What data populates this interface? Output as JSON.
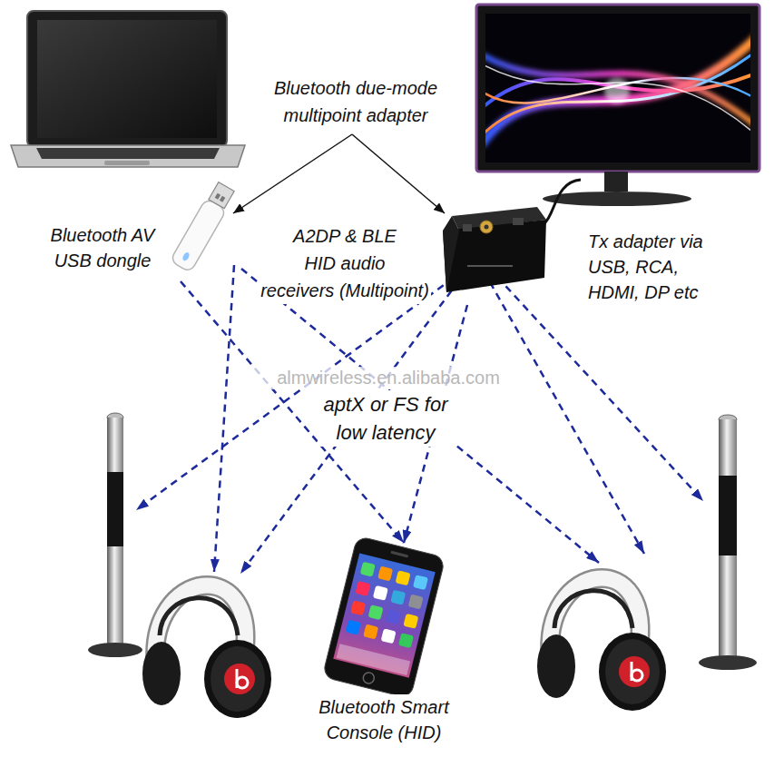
{
  "diagram": {
    "nodes": [
      {
        "text": [
          "Bluetooth AV USB dongle"
        ]
      },
      {
        "text": [
          "Tx adapter via USB, RCA, HDMI, DP etc"
        ]
      },
      {
        "text": [
          "Bluetooth Smart Console (HID)"
        ]
      }
    ],
    "edges": [
      {
        "from": 0,
        "to": 2,
        "arrow": "to"
      },
      {
        "from": 1,
        "to": 2,
        "arrow": "to"
      }
    ],
    "labels": [
      "Bluetooth due-mode multipoint adapter",
      "A2DP & BLE HID audio receivers (Multipoint)",
      "almwireless.en.alibaba.com",
      "aptX or FS for low latency"
    ]
  }
}
